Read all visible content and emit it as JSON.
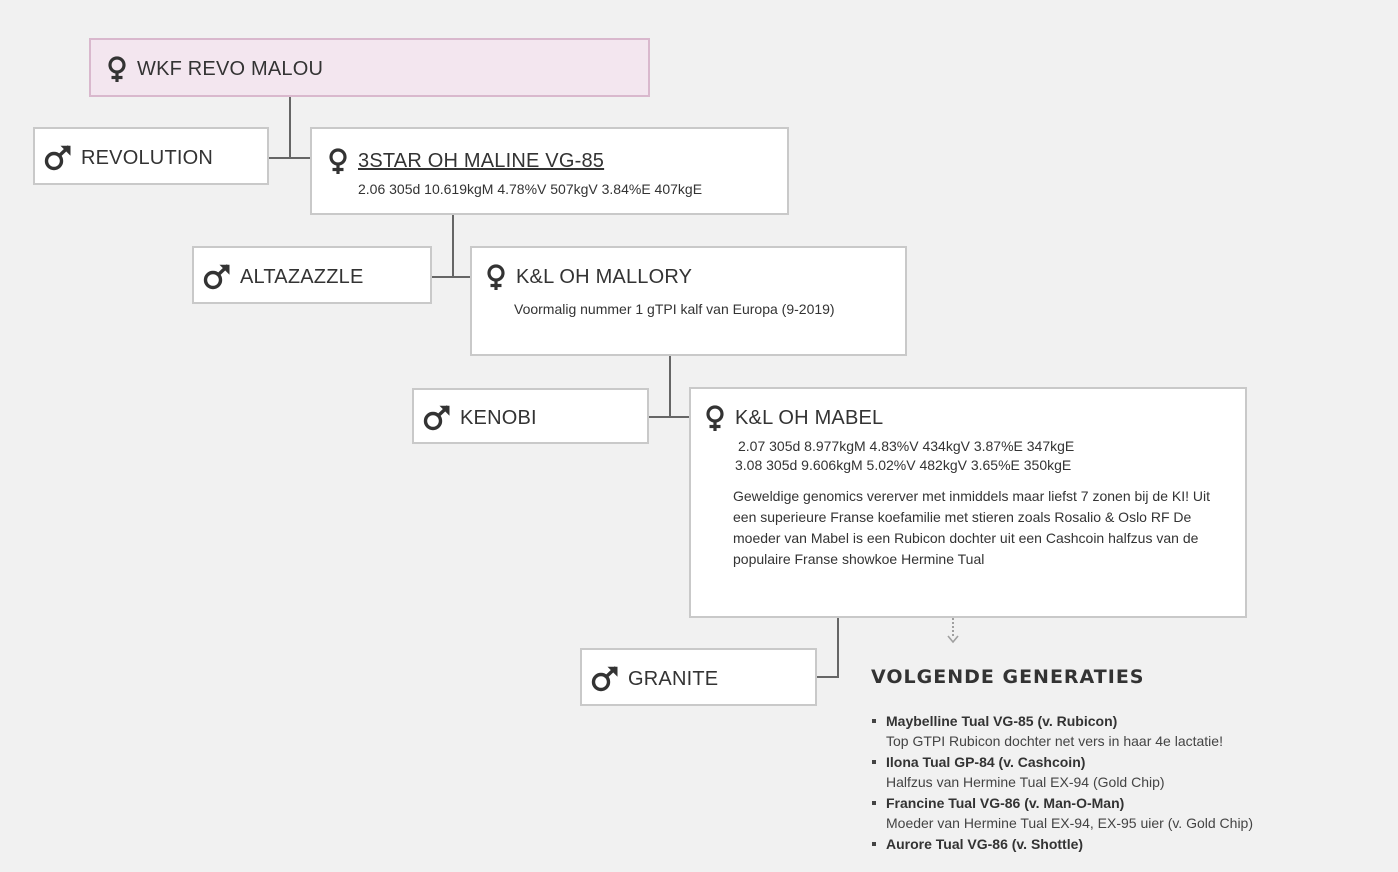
{
  "symbols": {
    "female": "female-symbol-icon",
    "male": "male-symbol-icon",
    "arrow": "arrow-down-icon"
  },
  "colors": {
    "root_background": "#f3e6ef",
    "root_border": "#d9b8cd",
    "box_border": "#c9c9c9",
    "connector": "#666666"
  },
  "root": {
    "name": "WKF REVO MALOU"
  },
  "generations": [
    {
      "sire": {
        "name": "REVOLUTION"
      },
      "dam": {
        "name": "3STAR OH MALINE VG-85",
        "stats": [
          "2.06 305d 10.619kgM 4.78%V 507kgV 3.84%E 407kgE"
        ],
        "description": ""
      }
    },
    {
      "sire": {
        "name": "ALTAZAZZLE"
      },
      "dam": {
        "name": "K&L OH MALLORY",
        "stats": [],
        "description": "Voormalig nummer 1 gTPI kalf van Europa (9-2019)"
      }
    },
    {
      "sire": {
        "name": "KENOBI"
      },
      "dam": {
        "name": "K&L OH MABEL",
        "stats": [
          "2.07 305d 8.977kgM 4.83%V 434kgV 3.87%E 347kgE",
          "3.08 305d 9.606kgM 5.02%V 482kgV 3.65%E 350kgE"
        ],
        "description": "Geweldige genomics vererver met inmiddels maar liefst 7 zonen bij de KI! Uit een superieure Franse koefamilie met stieren zoals Rosalio & Oslo RF De moeder van Mabel is een Rubicon dochter uit een Cashcoin halfzus van de populaire Franse showkoe Hermine Tual"
      }
    },
    {
      "sire": {
        "name": "GRANITE"
      }
    }
  ],
  "next_generations": {
    "title": "VOLGENDE GENERATIES",
    "items": [
      {
        "title": "Maybelline Tual VG-85 (v. Rubicon)",
        "text": "Top GTPI Rubicon dochter net vers in haar 4e lactatie!"
      },
      {
        "title": "Ilona Tual GP-84 (v. Cashcoin)",
        "text": "Halfzus van Hermine Tual EX-94 (Gold Chip)"
      },
      {
        "title": "Francine Tual VG-86 (v. Man-O-Man)",
        "text": "Moeder van Hermine Tual EX-94, EX-95 uier (v. Gold Chip)"
      },
      {
        "title": "Aurore Tual VG-86 (v. Shottle)",
        "text": ""
      }
    ]
  }
}
